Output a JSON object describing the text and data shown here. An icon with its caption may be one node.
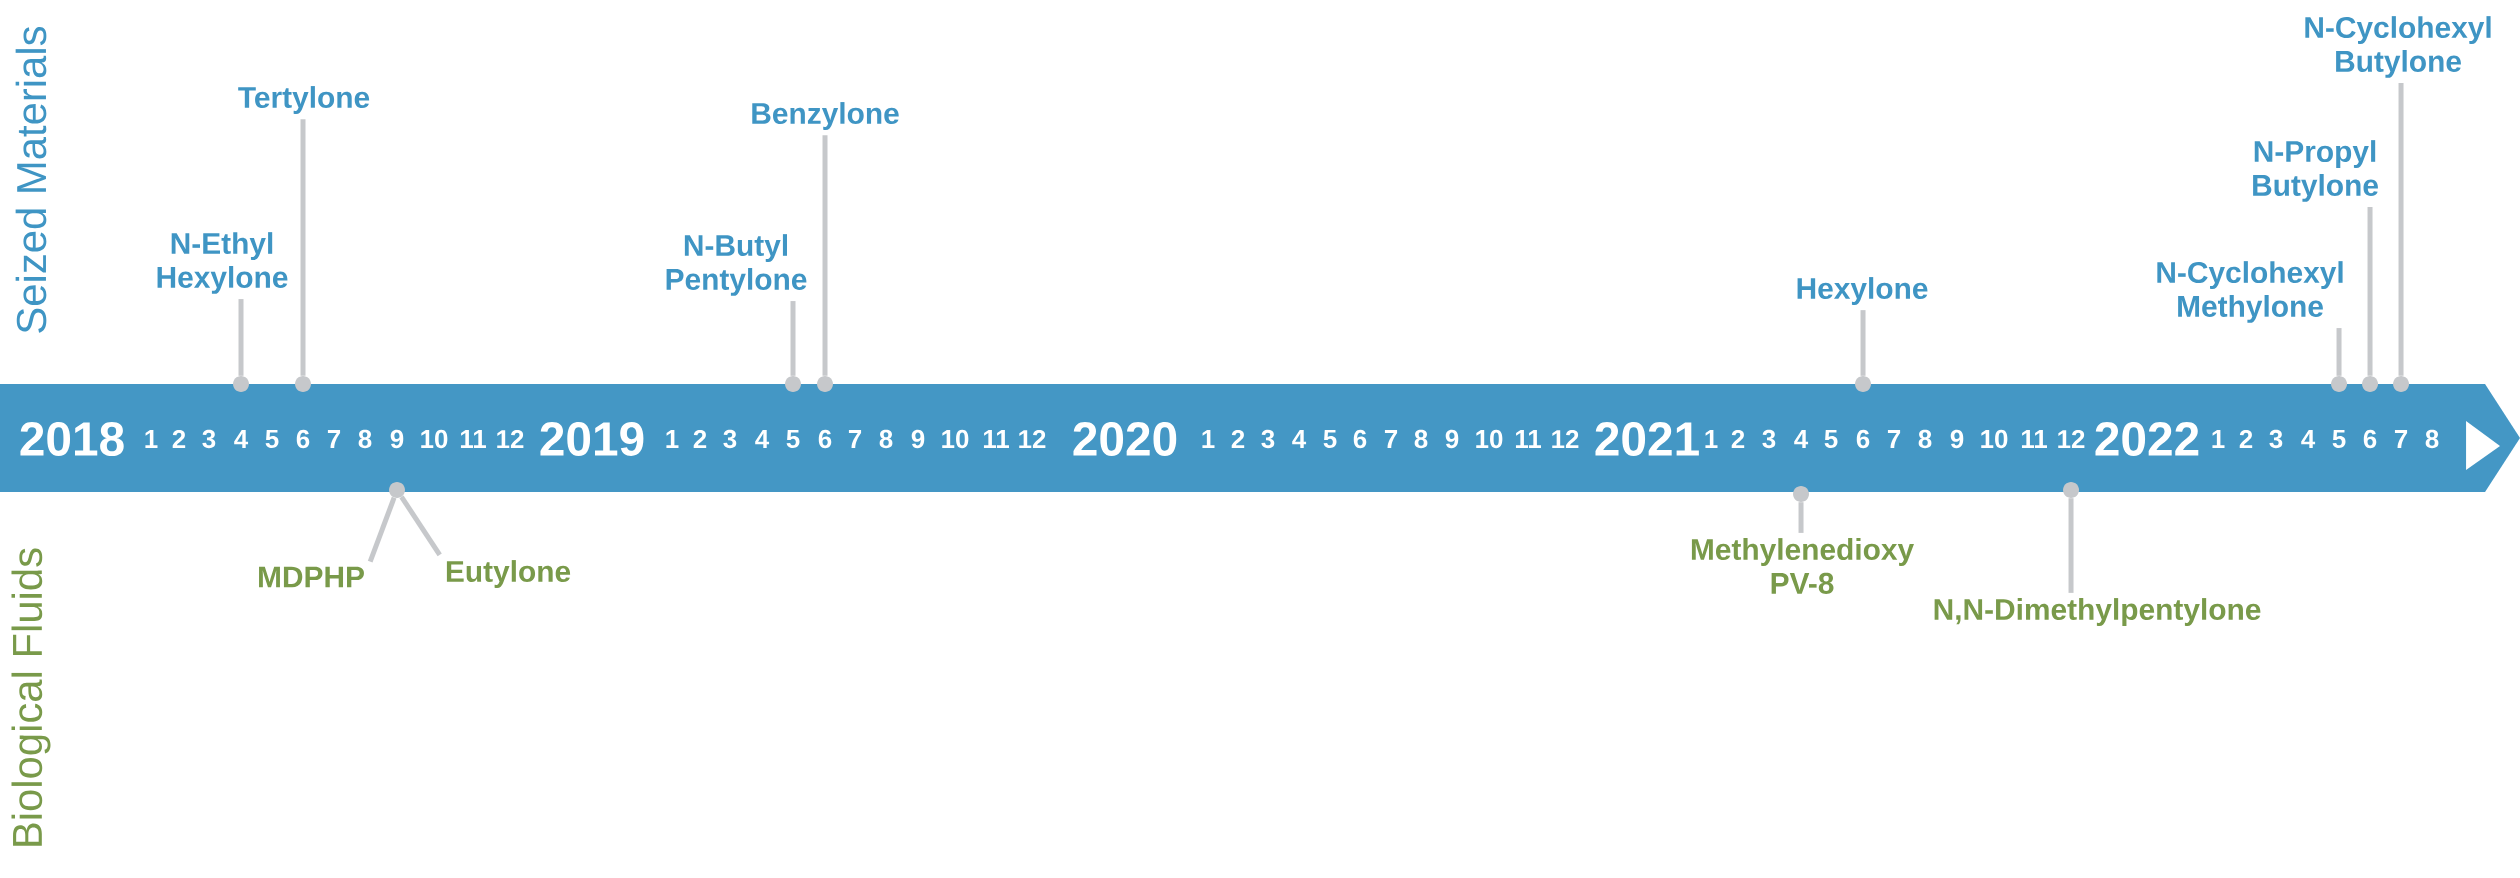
{
  "diagram": {
    "nodes": [
      {
        "text": [
          "Tertylone"
        ]
      },
      {
        "text": [
          "Benzylone"
        ]
      },
      {
        "text": [
          "N-Cyclohexyl Butylone"
        ]
      },
      {
        "text": [
          "N-Propyl Butylone"
        ]
      },
      {
        "text": [
          "N-Ethyl Hexylone"
        ]
      },
      {
        "text": [
          "N-Butyl Pentylone"
        ]
      },
      {
        "text": [
          "Hexylone"
        ]
      },
      {
        "text": [
          "N-Cyclohexyl Methylone"
        ]
      },
      {
        "text": [],
        "shape": "circle"
      },
      {
        "text": [],
        "shape": "circle"
      },
      {
        "text": [],
        "shape": "circle"
      },
      {
        "text": [],
        "shape": "circle"
      },
      {
        "text": [],
        "shape": "circle"
      },
      {
        "text": [],
        "shape": "circle"
      },
      {
        "text": [],
        "shape": "circle"
      },
      {
        "text": [],
        "shape": "circle"
      },
      {
        "text": [],
        "shape": "circle"
      },
      {
        "text": [],
        "shape": "circle"
      },
      {
        "text": [],
        "shape": "circle"
      },
      {
        "text": [
          "MDPHP"
        ]
      },
      {
        "text": [
          "Eutylone"
        ]
      },
      {
        "text": [
          "Methylenedioxy PV-8"
        ]
      },
      {
        "text": [
          "N,N-Dimethylpentylone"
        ]
      }
    ],
    "edges": [
      {
        "from": 4,
        "to": 8,
        "arrow": "none"
      },
      {
        "from": 0,
        "to": 9,
        "arrow": "none"
      },
      {
        "from": 5,
        "to": 10,
        "arrow": "none"
      },
      {
        "from": 1,
        "to": 11,
        "arrow": "none"
      },
      {
        "from": 6,
        "to": 12,
        "arrow": "none"
      },
      {
        "from": 7,
        "to": 13,
        "arrow": "none"
      },
      {
        "from": 3,
        "to": 14,
        "arrow": "none"
      },
      {
        "from": 2,
        "to": 15,
        "arrow": "none"
      },
      {
        "from": 19,
        "to": 16,
        "arrow": "none"
      },
      {
        "from": 20,
        "to": 16,
        "arrow": "none"
      },
      {
        "from": 21,
        "to": 17,
        "arrow": "none"
      },
      {
        "from": 22,
        "to": 18,
        "arrow": "none"
      }
    ],
    "labels": [
      "Seized Materials",
      "2018",
      "1",
      "2",
      "3",
      "4",
      "5",
      "6",
      "7",
      "8",
      "9",
      "10",
      "11",
      "12",
      "2019",
      "1",
      "2",
      "3",
      "4",
      "5",
      "6",
      "7",
      "8",
      "9",
      "10",
      "11",
      "12",
      "2020",
      "1",
      "2",
      "3",
      "4",
      "5",
      "6",
      "7",
      "8",
      "9",
      "10",
      "11",
      "12",
      "2021",
      "1",
      "2",
      "3",
      "4",
      "5",
      "6",
      "7",
      "8",
      "9",
      "10",
      "11",
      "12",
      "2022",
      "1",
      "2",
      "3",
      "4",
      "5",
      "6",
      "7",
      "8",
      "Biological Fluids"
    ]
  }
}
